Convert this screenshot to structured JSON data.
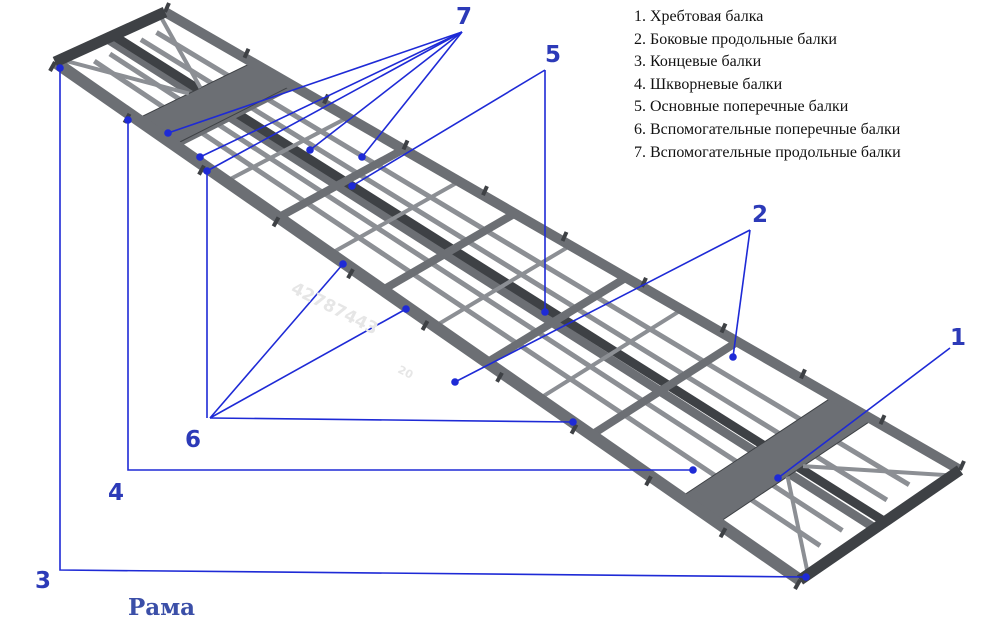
{
  "caption": "Рама",
  "legend": [
    "1. Хребтовая балка",
    "2. Боковые продольные балки",
    "3. Концевые балки",
    "4. Шкворневые балки",
    "5. Основные поперечные балки",
    "6. Вспомогательные поперечные балки",
    "7. Вспомогательные продольные балки"
  ],
  "callouts": [
    "1",
    "2",
    "3",
    "4",
    "5",
    "6",
    "7"
  ],
  "frame_stamp": "42787443",
  "frame_stamp_small": "20",
  "colors": {
    "frame": "#6c6f74",
    "frame_dark": "#3e4145",
    "frame_light": "#8c8f94",
    "leader": "#1e2ad6",
    "label": "#2c3ab8"
  }
}
